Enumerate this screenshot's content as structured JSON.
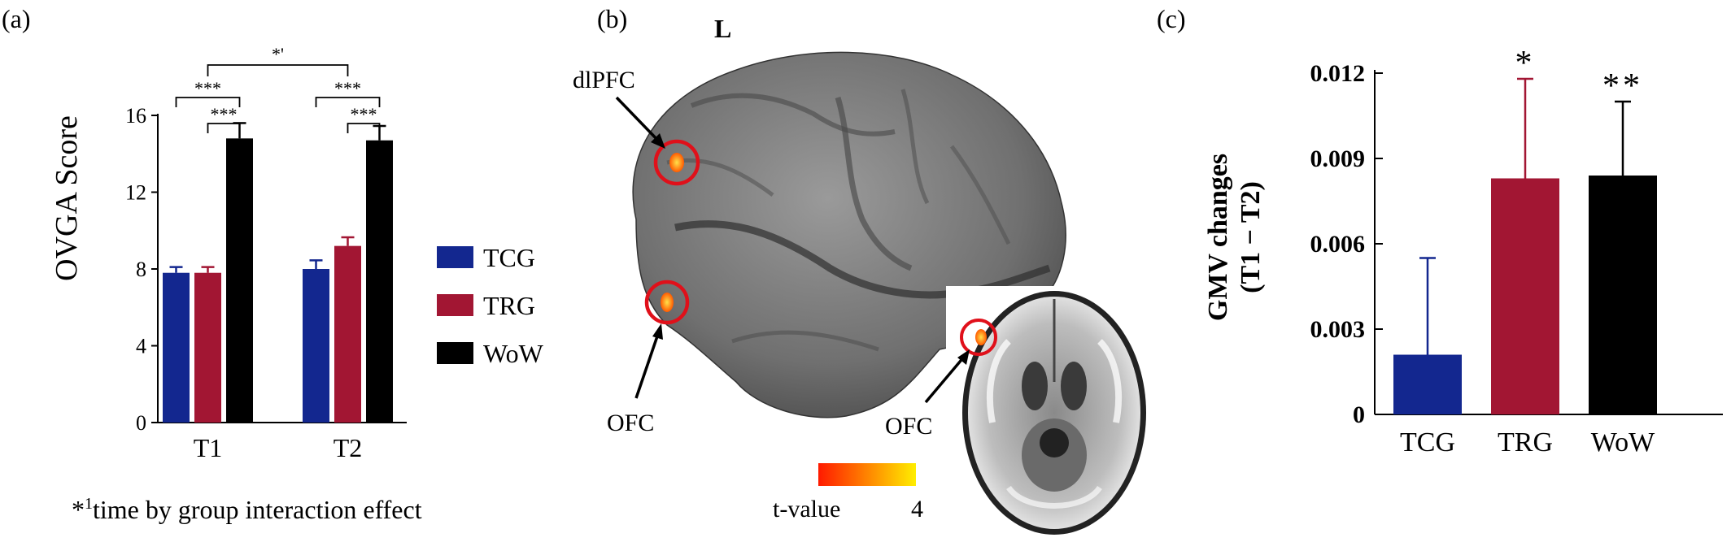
{
  "panels": {
    "a": {
      "label": "(a)"
    },
    "b": {
      "label": "(b)",
      "hemisphere": "L",
      "annotations": [
        "dlPFC",
        "OFC",
        "OFC"
      ],
      "colorbar": {
        "label": "t-value",
        "max_label": "4",
        "colors": [
          "#ff1a00",
          "#ffee00"
        ]
      }
    },
    "c": {
      "label": "(c)"
    }
  },
  "footnote": {
    "prefix": "*",
    "sup": "1",
    "text": "time by group interaction  effect"
  },
  "colors": {
    "TCG": "#13278f",
    "TRG": "#a21633",
    "WoW": "#000000"
  },
  "chart_data": [
    {
      "id": "a",
      "type": "bar",
      "categories": [
        "T1",
        "T2"
      ],
      "ylabel": "OVGA Score",
      "ylim": [
        0,
        16
      ],
      "yticks": [
        "0",
        "4",
        "8",
        "12",
        "16"
      ],
      "legend": "right",
      "series": [
        {
          "name": "TCG",
          "values": [
            7.8,
            8.0
          ],
          "errors": [
            0.3,
            0.45
          ],
          "color": "#13278f"
        },
        {
          "name": "TRG",
          "values": [
            7.8,
            9.2
          ],
          "errors": [
            0.3,
            0.45
          ],
          "color": "#a21633"
        },
        {
          "name": "WoW",
          "values": [
            14.8,
            14.7
          ],
          "errors": [
            0.8,
            0.75
          ],
          "color": "#000000"
        }
      ],
      "significance": [
        {
          "category": 0,
          "from": 0,
          "to": 2,
          "label": "***"
        },
        {
          "category": 0,
          "from": 1,
          "to": 2,
          "label": "***"
        },
        {
          "category": 1,
          "from": 0,
          "to": 2,
          "label": "***"
        },
        {
          "category": 1,
          "from": 1,
          "to": 2,
          "label": "***"
        },
        {
          "between_categories": [
            0,
            1
          ],
          "label": "*'"
        }
      ]
    },
    {
      "id": "c",
      "type": "bar",
      "categories": [
        "TCG",
        "TRG",
        "WoW"
      ],
      "ylabel": "GMV changes",
      "ylabel2": "(T1 − T2)",
      "ylim": [
        0,
        0.012
      ],
      "yticks": [
        "0",
        "0.003",
        "0.006",
        "0.009",
        "0.012"
      ],
      "values": [
        0.0021,
        0.0083,
        0.0084
      ],
      "errors": [
        0.0034,
        0.0035,
        0.0026
      ],
      "colors": [
        "#13278f",
        "#a21633",
        "#000000"
      ],
      "significance": [
        "",
        "*",
        "**"
      ]
    }
  ]
}
